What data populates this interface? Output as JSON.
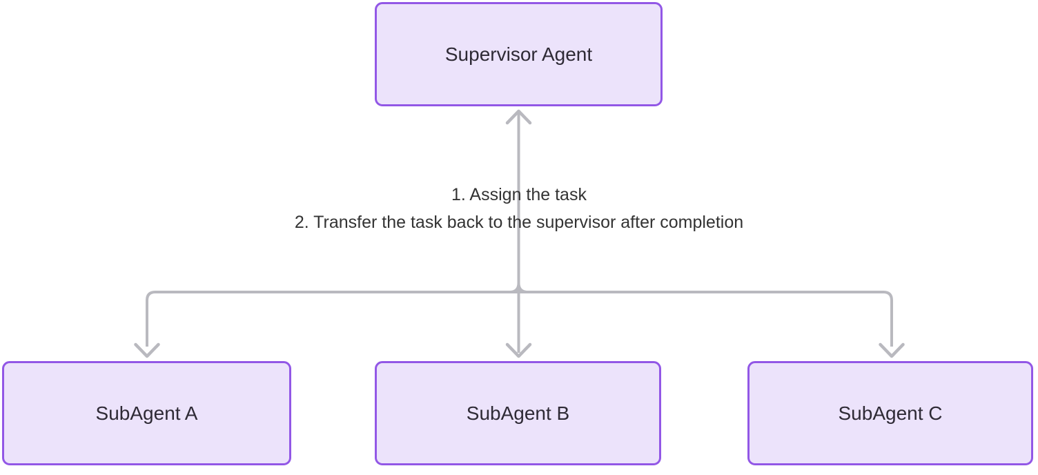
{
  "diagram": {
    "nodes": {
      "supervisor": {
        "label": "Supervisor Agent"
      },
      "subagent_a": {
        "label": "SubAgent A"
      },
      "subagent_b": {
        "label": "SubAgent B"
      },
      "subagent_c": {
        "label": "SubAgent C"
      }
    },
    "edge_label": {
      "line1": "1. Assign the task",
      "line2": "2. Transfer the task back to the supervisor after completion"
    },
    "edges": [
      {
        "from": "SubAgent A, SubAgent B, SubAgent C",
        "to": "Supervisor Agent",
        "arrow": "up"
      },
      {
        "from": "Supervisor Agent",
        "to": "SubAgent A",
        "arrow": "down"
      },
      {
        "from": "Supervisor Agent",
        "to": "SubAgent B",
        "arrow": "down"
      },
      {
        "from": "Supervisor Agent",
        "to": "SubAgent C",
        "arrow": "down"
      }
    ],
    "colors": {
      "node_fill": "#ece3fb",
      "node_border": "#9257e6",
      "node_text": "#2e2a35",
      "edge": "#b9b9bf",
      "label_text": "#333333",
      "background": "#ffffff"
    }
  }
}
